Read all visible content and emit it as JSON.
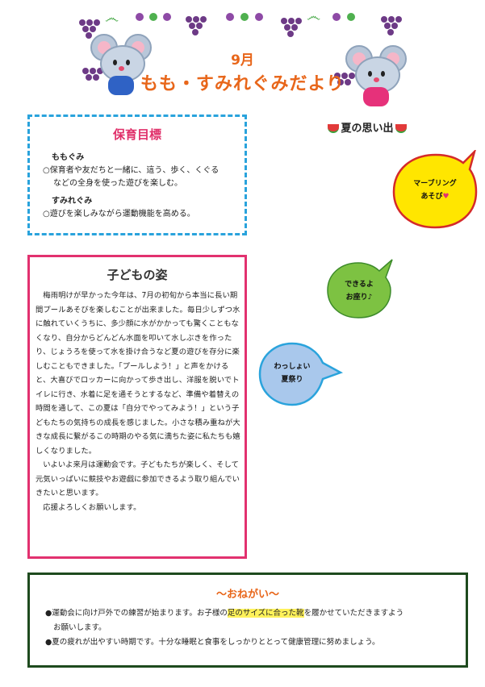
{
  "header": {
    "month": "9月",
    "title": "もも・すみれぐみだより"
  },
  "goals": {
    "title": "保育目標",
    "momo_label": "ももぐみ",
    "momo_text_1": "○保育者や友だちと一緒に、這う、歩く、くぐる",
    "momo_text_2": "などの全身を使った遊びを楽しむ。",
    "sumire_label": "すみれぐみ",
    "sumire_text": "○遊びを楽しみながら運動機能を高める。"
  },
  "children": {
    "title": "子どもの姿",
    "p1": "梅雨明けが早かった今年は、7月の初旬から本当に長い期間プールあそびを楽しむことが出来ました。毎日少しずつ水に触れていくうちに、多少顔に水がかかっても驚くこともなくなり、自分からどんどん水面を叩いて水しぶきを作ったり、じょうろを使って水を掛け合うなど夏の遊びを存分に楽しむこともできました。「プールしよう！」と声をかけると、大喜びでロッカーに向かって歩き出し、洋服を脱いでトイレに行き、水着に足を通そうとするなど、準備や着替えの時間を通して、この夏は「自分でやってみよう！」という子どもたちの気持ちの成長を感じました。小さな積み重ねが大きな成長に繋がるこの時期のやる気に満ちた姿に私たちも嬉しくなりました。",
    "p2": "いよいよ来月は運動会です。子どもたちが楽しく、そして元気いっぱいに競技やお遊戯に参加できるよう取り組んでいきたいと思います。",
    "p3": "応援よろしくお願いします。"
  },
  "summer": {
    "title": "夏の思い出",
    "bubble1_l1": "マーブリング",
    "bubble1_l2": "あそび",
    "bubble1_heart": "♥",
    "bubble2_l1": "できるよ",
    "bubble2_l2": "お座り♪",
    "bubble3_l1": "わっしょい",
    "bubble3_l2": "夏祭り"
  },
  "request": {
    "title": "～おねがい～",
    "line1_a": "●運動会に向け戸外での練習が始まります。お子様の",
    "line1_hl": "足のサイズに合った靴",
    "line1_b": "を履かせていただきますよう",
    "line1_c": "お願いします。",
    "line2": "●夏の疲れが出やすい時期です。十分な睡眠と食事をしっかりととって健康管理に努めましょう。"
  },
  "colors": {
    "accent_orange": "#e8661a",
    "goal_border": "#2aa3dc",
    "child_border": "#e2316f",
    "request_border": "#1e4a1e",
    "bubble_yellow": "#ffe600",
    "bubble_green": "#7dc242",
    "bubble_blue": "#a9c8ec"
  },
  "icons": [
    "grape-icon",
    "mouse-icon",
    "watermelon-icon",
    "heart-icon"
  ]
}
